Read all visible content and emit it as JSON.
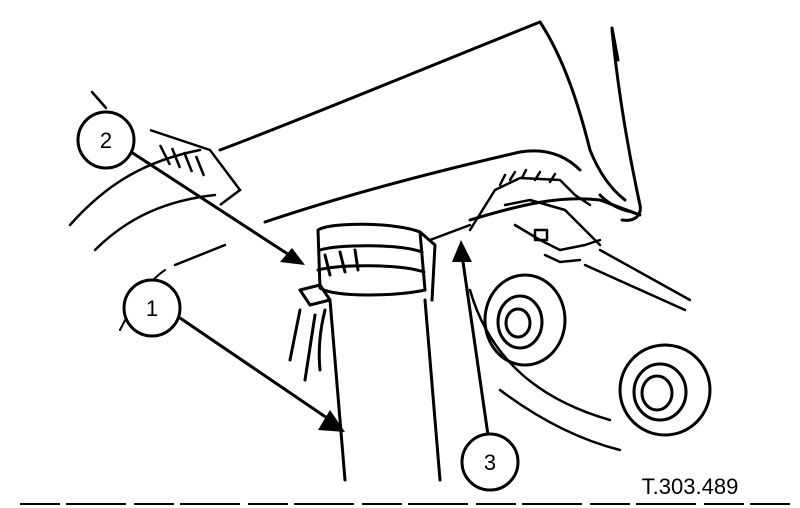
{
  "figure": {
    "reference": "T.303.489",
    "callouts": [
      {
        "id": "1",
        "label": "1"
      },
      {
        "id": "2",
        "label": "2"
      },
      {
        "id": "3",
        "label": "3"
      }
    ]
  },
  "colors": {
    "ink": "#000000",
    "paper": "#ffffff"
  }
}
